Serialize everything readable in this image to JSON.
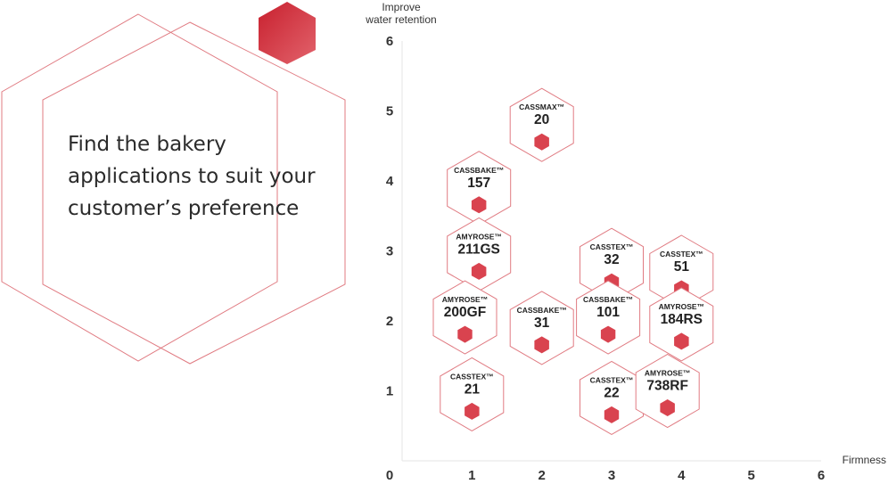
{
  "headline": "Find the bakery applications to suit your customer’s preference",
  "colors": {
    "accent": "#d9434f",
    "outline": "#e07b82",
    "text": "#2b2b2b"
  },
  "chart_data": {
    "type": "scatter",
    "title": "",
    "xlabel": "Firmness",
    "ylabel": "Improve water retention",
    "xlim": [
      0,
      6
    ],
    "ylim": [
      0,
      6
    ],
    "xticks": [
      0,
      1,
      2,
      3,
      4,
      5,
      6
    ],
    "yticks": [
      1,
      2,
      3,
      4,
      5,
      6
    ],
    "grid": false,
    "points": [
      {
        "brand": "CASSMAX™",
        "code": "20",
        "x": 2.0,
        "y": 4.8
      },
      {
        "brand": "CASSBAKE™",
        "code": "157",
        "x": 1.1,
        "y": 3.9
      },
      {
        "brand": "AMYROSE™",
        "code": "211GS",
        "x": 1.1,
        "y": 2.95
      },
      {
        "brand": "CASSTEX™",
        "code": "32",
        "x": 3.0,
        "y": 2.8
      },
      {
        "brand": "CASSTEX™",
        "code": "51",
        "x": 4.0,
        "y": 2.7
      },
      {
        "brand": "AMYROSE™",
        "code": "200GF",
        "x": 0.9,
        "y": 2.05
      },
      {
        "brand": "CASSBAKE™",
        "code": "31",
        "x": 2.0,
        "y": 1.9
      },
      {
        "brand": "CASSBAKE™",
        "code": "101",
        "x": 2.95,
        "y": 2.05
      },
      {
        "brand": "AMYROSE™",
        "code": "184RS",
        "x": 4.0,
        "y": 1.95
      },
      {
        "brand": "CASSTEX™",
        "code": "21",
        "x": 1.0,
        "y": 0.95
      },
      {
        "brand": "CASSTEX™",
        "code": "22",
        "x": 3.0,
        "y": 0.9
      },
      {
        "brand": "AMYROSE™",
        "code": "738RF",
        "x": 3.8,
        "y": 1.0
      }
    ]
  }
}
